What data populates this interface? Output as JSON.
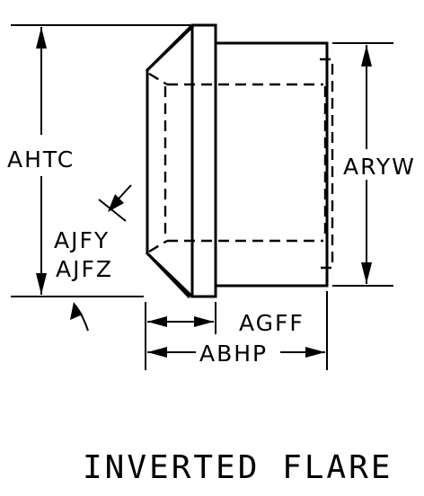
{
  "labels": {
    "overall_height": "AHTC",
    "body_diameter": "ARYW",
    "flare_angle_1": "AJFY",
    "flare_angle_2": "AJFZ",
    "head_length": "AGFF",
    "overall_length": "ABHP"
  },
  "caption": "INVERTED FLARE"
}
